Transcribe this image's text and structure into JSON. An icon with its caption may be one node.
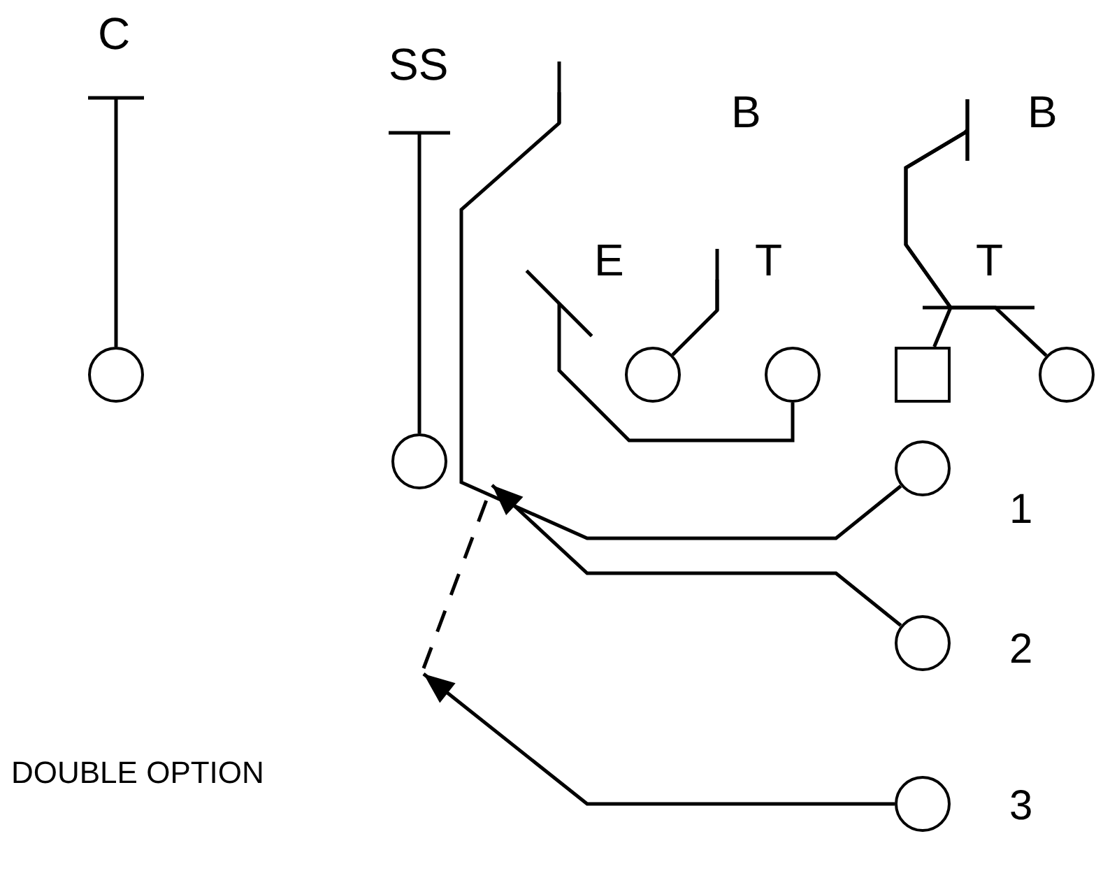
{
  "diagram": {
    "nodes": [
      {
        "text": [],
        "shape": "circle"
      },
      {
        "text": [],
        "shape": "circle"
      },
      {
        "text": [],
        "shape": "circle"
      },
      {
        "text": [],
        "shape": "circle"
      },
      {
        "text": [],
        "shape": "box"
      },
      {
        "text": [],
        "shape": "circle"
      },
      {
        "text": [],
        "shape": "circle",
        "beside": [
          "1"
        ]
      },
      {
        "text": [],
        "shape": "circle",
        "beside": [
          "2"
        ]
      },
      {
        "text": [],
        "shape": "circle",
        "beside": [
          "3"
        ]
      }
    ],
    "edges": [
      {
        "from": 0,
        "to": null,
        "arrow": "other"
      },
      {
        "from": 1,
        "to": null,
        "arrow": "other"
      },
      {
        "from": 2,
        "to": null,
        "arrow": "other"
      },
      {
        "from": 3,
        "to": null,
        "arrow": "other"
      },
      {
        "from": 4,
        "to": null,
        "arrow": "other"
      },
      {
        "from": 5,
        "to": null,
        "arrow": "other"
      },
      {
        "from": 6,
        "to": null,
        "arrow": "other"
      },
      {
        "from": 7,
        "to": null,
        "arrow": "to"
      },
      {
        "from": 8,
        "to": null,
        "arrow": "to"
      }
    ],
    "labels": [
      "C",
      "SS",
      "B",
      "B",
      "E",
      "T",
      "T",
      "DOUBLE OPTION"
    ]
  }
}
